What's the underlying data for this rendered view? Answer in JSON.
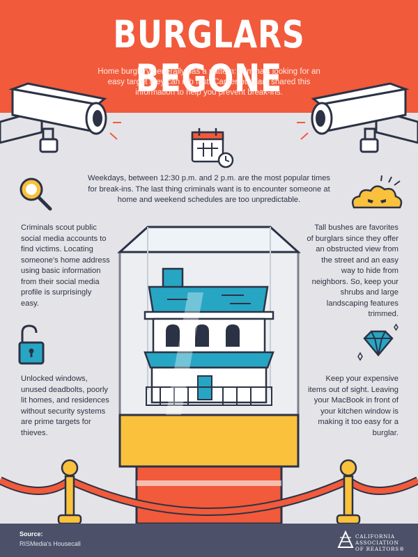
{
  "header": {
    "title": "BURGLARS BEGONE",
    "subtitle": "Home burglary generally has a pattern: criminals looking for an easy target they can rob fast. Career burglars shared this information to help you prevent break-ins."
  },
  "tips": {
    "weekdays": "Weekdays, between 12:30 p.m. and 2 p.m. are the most popular times for break-ins. The last thing criminals want is to encounter someone at home and weekend schedules are too unpredictable.",
    "social_media": "Criminals scout public social media accounts to find victims. Locating someone's home address using basic information from their social media profile is surprisingly easy.",
    "bushes": "Tall bushes are favorites of burglars since they offer an obstructed view from the street and an easy way to hide from neighbors. So, keep your shrubs and large landscaping features trimmed.",
    "unlocked": "Unlocked windows, unused deadbolts, poorly lit homes, and residences without security systems are prime targets for thieves.",
    "valuables": "Keep your expensive items out of sight. Leaving your MacBook in front of your kitchen window is making it too easy for a burglar."
  },
  "footer": {
    "source_label": "Source:",
    "source_value": "RISMedia's Housecall",
    "logo_line1": "CALIFORNIA",
    "logo_line2": "ASSOCIATION",
    "logo_line3": "OF REALTORS®"
  },
  "icons": {
    "calendar": "calendar-clock-icon",
    "magnifier": "magnifier-icon",
    "bush": "bush-eyes-icon",
    "padlock": "unlocked-padlock-icon",
    "diamond": "diamond-icon",
    "camera": "security-camera-icon"
  },
  "colors": {
    "header": "#f15a3b",
    "background": "#e4e4e8",
    "navy": "#2c3245",
    "teal": "#27a6c4",
    "gold": "#f9c13c",
    "footer": "#4c5068"
  }
}
